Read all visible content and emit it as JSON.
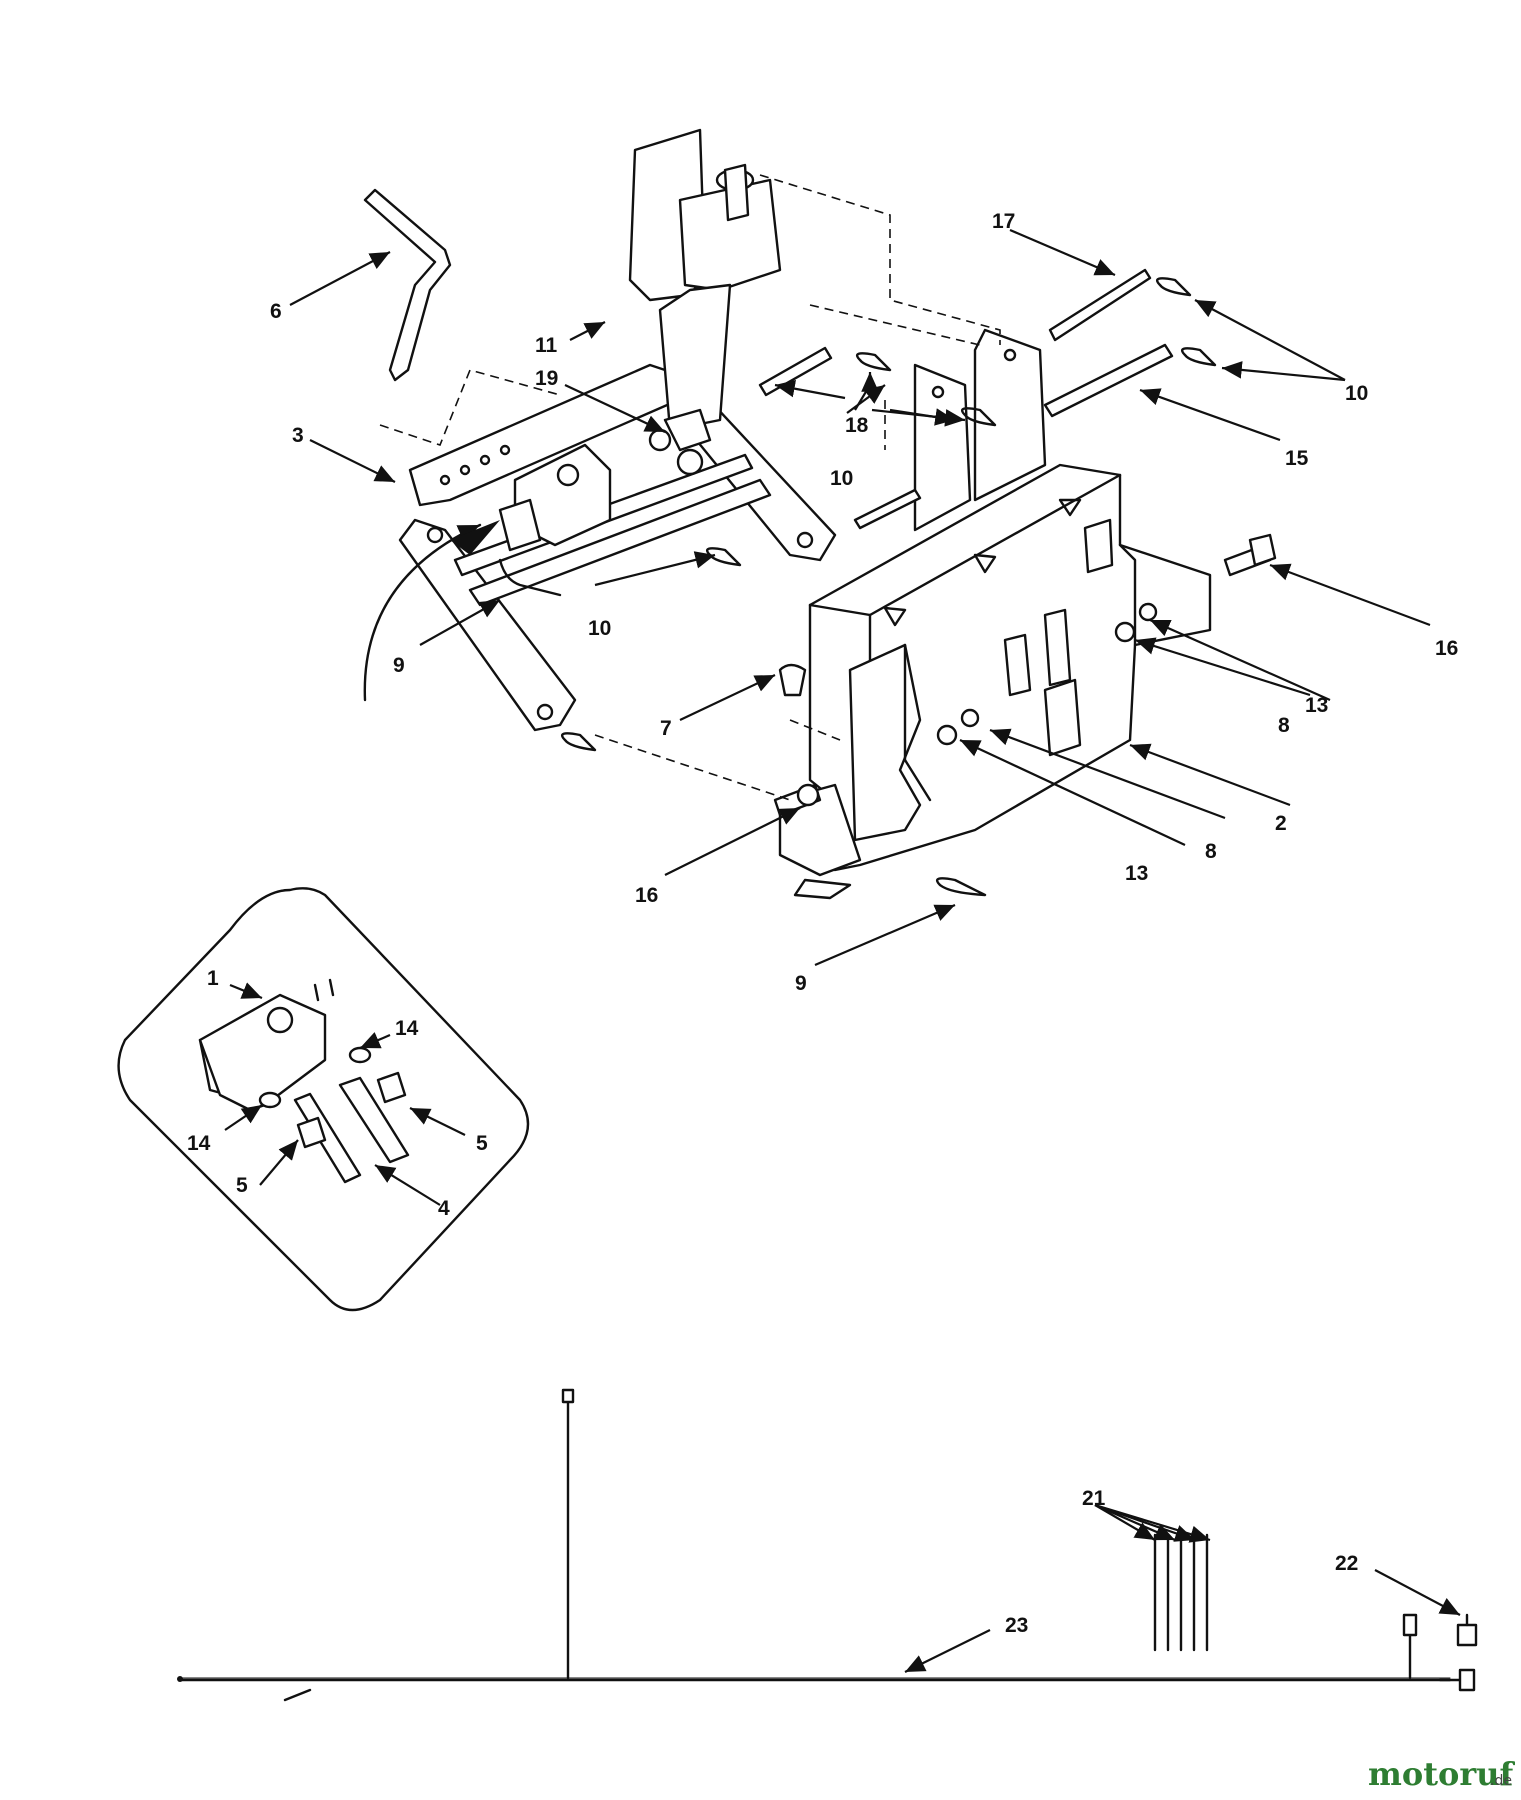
{
  "callouts": [
    "1",
    "2",
    "3",
    "4",
    "5",
    "5",
    "6",
    "7",
    "8",
    "8",
    "9",
    "9",
    "10",
    "10",
    "10",
    "10",
    "11",
    "13",
    "13",
    "14",
    "14",
    "15",
    "16",
    "16",
    "17",
    "18",
    "19",
    "21",
    "22",
    "23"
  ],
  "watermark": {
    "name": "motoruf",
    "tld": ".de"
  },
  "colors": {
    "line": "#111111",
    "background": "#ffffff"
  }
}
